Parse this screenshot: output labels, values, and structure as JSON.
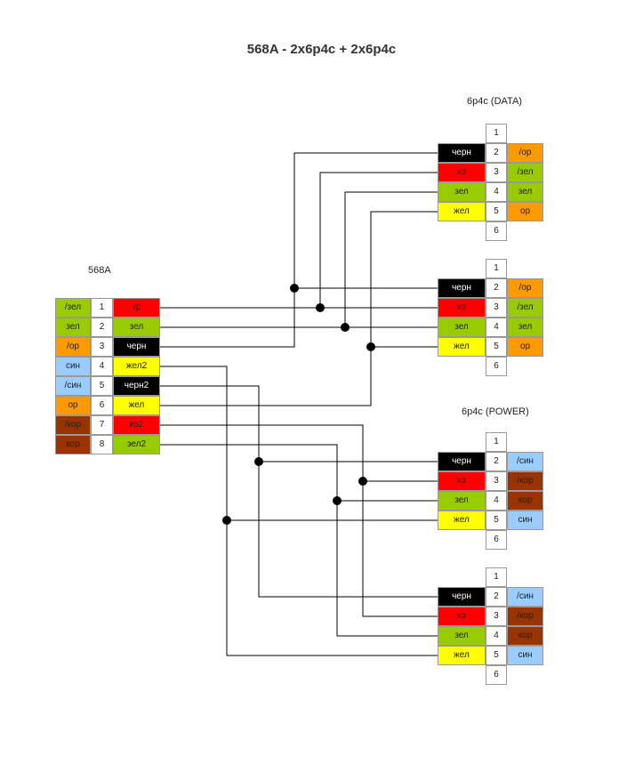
{
  "title": "568A - 2x6p4c + 2x6p4c",
  "colors": {
    "/зел": "#99cc00",
    "зел": "#99cc00",
    "/ор": "#ff9900",
    "ор": "#ff9900",
    "син": "#99ccff",
    "/син": "#99ccff",
    "/кор": "#993300",
    "кор": "#993300",
    "кр": "#ff0000",
    "кр2": "#ff0000",
    "черн": "#000000",
    "черн2": "#000000",
    "жел": "#ffff00",
    "жел2": "#ffff00",
    "зел2": "#99cc00"
  },
  "text_white": [
    "черн",
    "черн2"
  ],
  "source": {
    "label": "568A",
    "rows": [
      {
        "pair": "/зел",
        "pin": "1",
        "wire": "кр"
      },
      {
        "pair": "зел",
        "pin": "2",
        "wire": "зел"
      },
      {
        "pair": "/ор",
        "pin": "3",
        "wire": "черн"
      },
      {
        "pair": "син",
        "pin": "4",
        "wire": "жел2"
      },
      {
        "pair": "/син",
        "pin": "5",
        "wire": "черн2"
      },
      {
        "pair": "ор",
        "pin": "6",
        "wire": "жел"
      },
      {
        "pair": "/кор",
        "pin": "7",
        "wire": "кр2"
      },
      {
        "pair": "кор",
        "pin": "8",
        "wire": "зел2"
      }
    ]
  },
  "connectors": [
    {
      "label": "6p4c (DATA)",
      "pins": [
        "1",
        "2",
        "3",
        "4",
        "5",
        "6"
      ],
      "left": [
        "",
        "черн",
        "кр",
        "зел",
        "жел",
        ""
      ],
      "right": [
        "",
        "/ор",
        "/зел",
        "зел",
        "ор",
        ""
      ]
    },
    {
      "label": "",
      "pins": [
        "1",
        "2",
        "3",
        "4",
        "5",
        "6"
      ],
      "left": [
        "",
        "черн",
        "кр",
        "зел",
        "жел",
        ""
      ],
      "right": [
        "",
        "/ор",
        "/зел",
        "зел",
        "ор",
        ""
      ]
    },
    {
      "label": "6p4c (POWER)",
      "pins": [
        "1",
        "2",
        "3",
        "4",
        "5",
        "6"
      ],
      "left": [
        "",
        "черн",
        "кр",
        "зел",
        "жел",
        ""
      ],
      "right": [
        "",
        "/син",
        "/кор",
        "кор",
        "син",
        ""
      ]
    },
    {
      "label": "",
      "pins": [
        "1",
        "2",
        "3",
        "4",
        "5",
        "6"
      ],
      "left": [
        "",
        "черн",
        "кр",
        "зел",
        "жел",
        ""
      ],
      "right": [
        "",
        "/син",
        "/кор",
        "кор",
        "син",
        ""
      ]
    }
  ]
}
